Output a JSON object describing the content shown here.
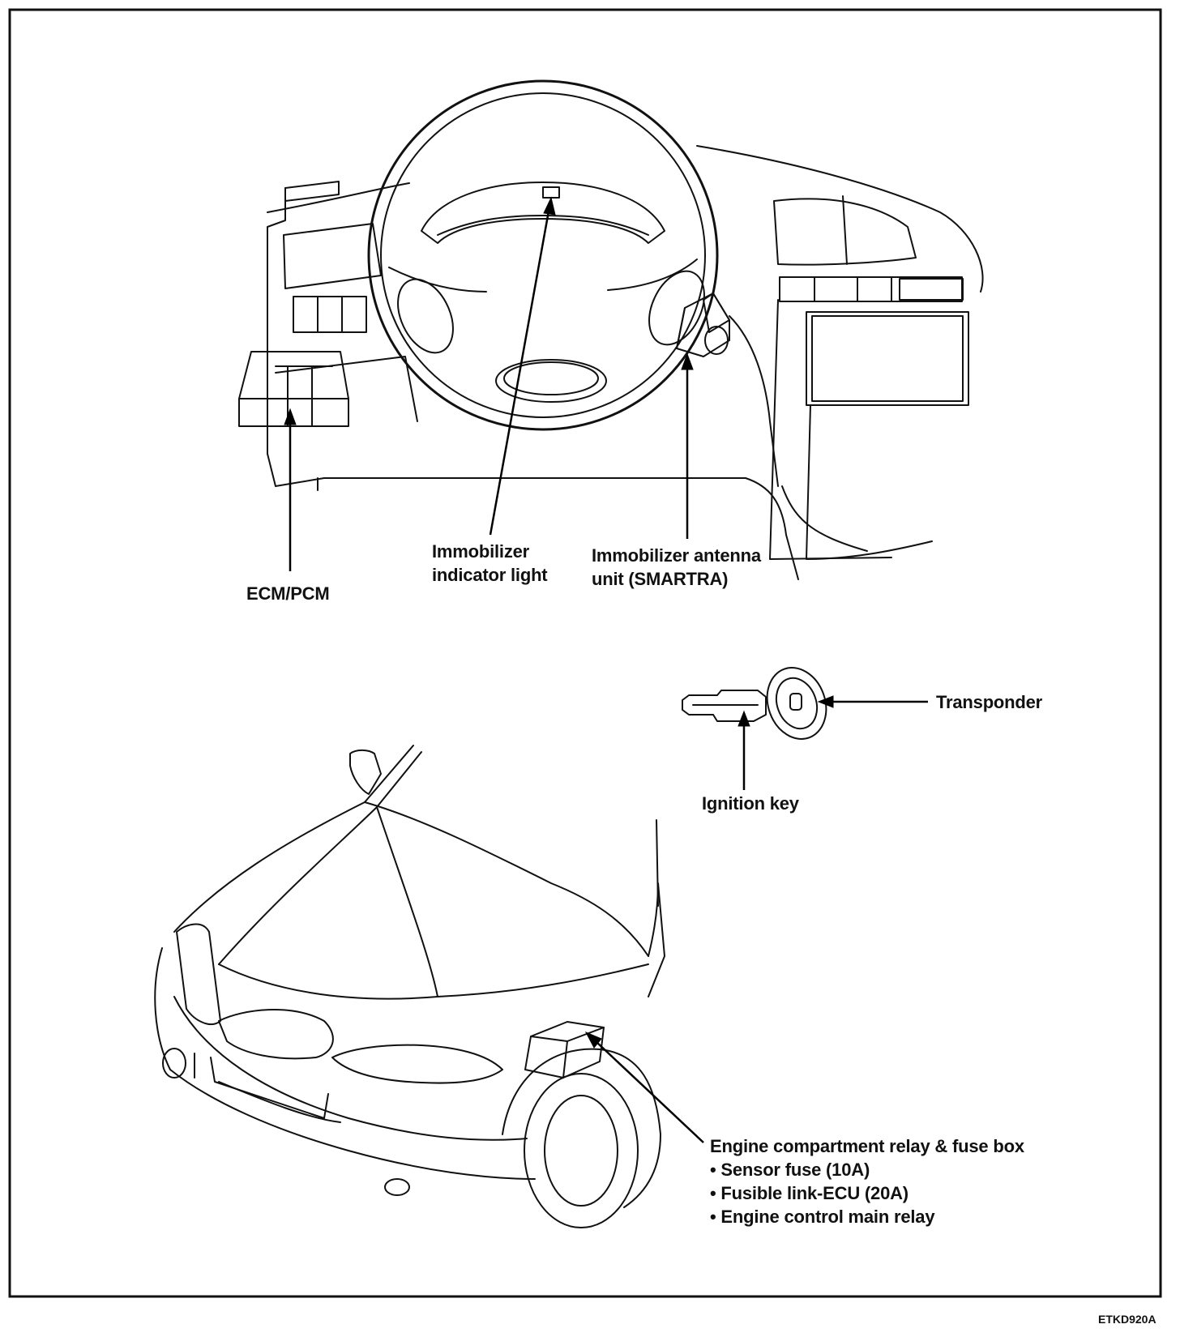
{
  "labels": {
    "ecm": "ECM/PCM",
    "indicator_line1": "Immobilizer",
    "indicator_line2": "indicator light",
    "antenna_line1": "Immobilizer antenna",
    "antenna_line2": "unit (SMARTRA)",
    "transponder": "Transponder",
    "ignition_key": "Ignition key",
    "fuse_box_title": "Engine compartment relay & fuse box",
    "fuse_box_items": [
      "• Sensor fuse (10A)",
      "• Fusible link-ECU (20A)",
      "• Engine control main relay"
    ]
  },
  "figure_code": "ETKD920A"
}
